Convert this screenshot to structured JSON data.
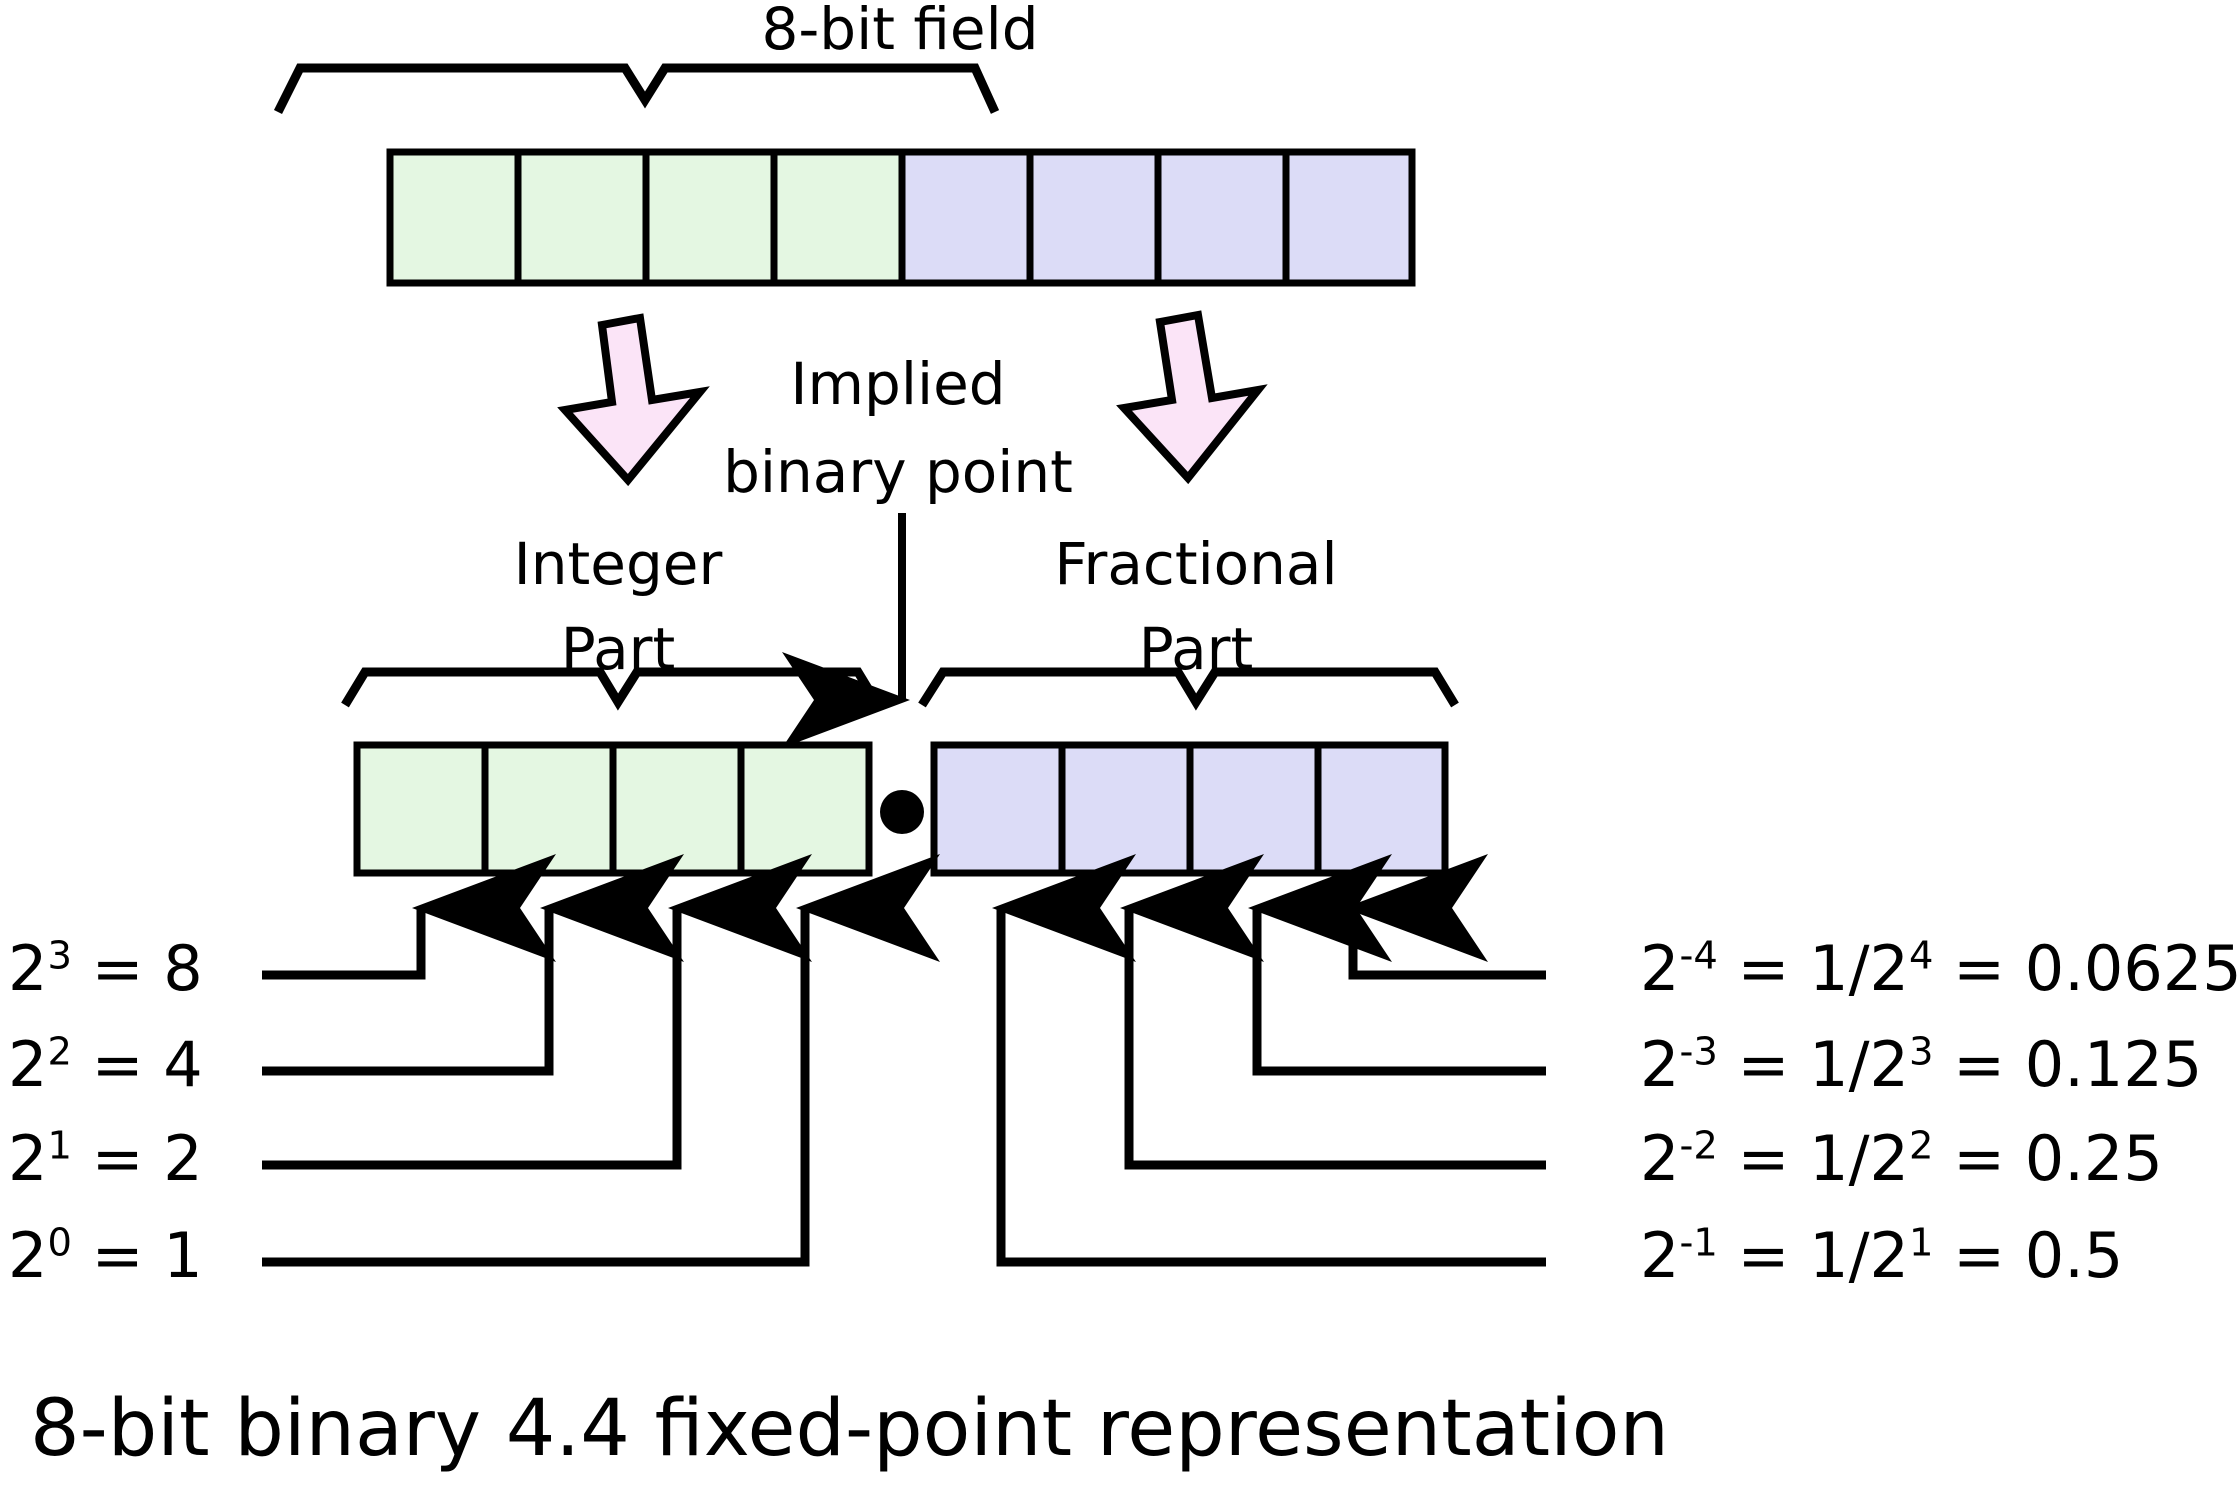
{
  "diagram": {
    "title": "8-bit binary 4.4 fixed-point representation",
    "top_label": "8-bit field",
    "implied_point_line1": "Implied",
    "implied_point_line2": "binary point",
    "integer_label_line1": "Integer",
    "integer_label_line2": "Part",
    "fractional_label_line1": "Fractional",
    "fractional_label_line2": "Part",
    "binary_point_glyph": "binary-point-dot"
  },
  "colors": {
    "integer_fill": "#e4f7e2",
    "fractional_fill": "#dcdcf7",
    "arrow_fill": "#fbe4f7",
    "stroke": "#000000",
    "background": "#ffffff"
  },
  "top_field": {
    "bit_count": 8,
    "cells": [
      {
        "index": 0,
        "group": "integer"
      },
      {
        "index": 1,
        "group": "integer"
      },
      {
        "index": 2,
        "group": "integer"
      },
      {
        "index": 3,
        "group": "integer"
      },
      {
        "index": 4,
        "group": "fractional"
      },
      {
        "index": 5,
        "group": "fractional"
      },
      {
        "index": 6,
        "group": "fractional"
      },
      {
        "index": 7,
        "group": "fractional"
      }
    ]
  },
  "split_field": {
    "integer_cells": 4,
    "fractional_cells": 4
  },
  "integer_weights": [
    {
      "label": "2",
      "exponent": "3",
      "equals": "= 8"
    },
    {
      "label": "2",
      "exponent": "2",
      "equals": "= 4"
    },
    {
      "label": "2",
      "exponent": "1",
      "equals": "= 2"
    },
    {
      "label": "2",
      "exponent": "0",
      "equals": "= 1"
    }
  ],
  "fractional_weights": [
    {
      "label": "2",
      "exponent": "-4",
      "mid": "= 1/2",
      "mid_exponent": "4",
      "equals": "= 0.0625"
    },
    {
      "label": "2",
      "exponent": "-3",
      "mid": "= 1/2",
      "mid_exponent": "3",
      "equals": "= 0.125"
    },
    {
      "label": "2",
      "exponent": "-2",
      "mid": "= 1/2",
      "mid_exponent": "2",
      "equals": "= 0.25"
    },
    {
      "label": "2",
      "exponent": "-1",
      "mid": "= 1/2",
      "mid_exponent": "1",
      "equals": "= 0.5"
    }
  ]
}
